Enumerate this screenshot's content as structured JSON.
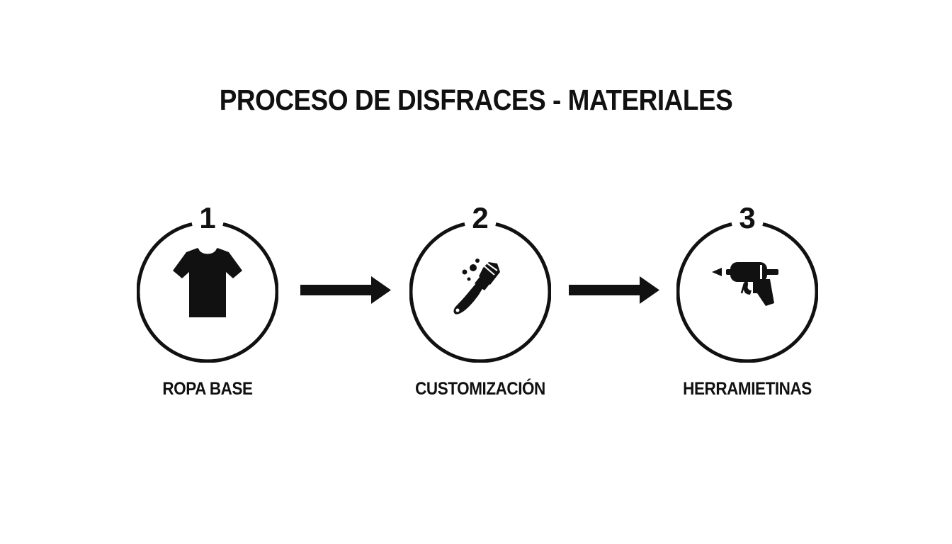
{
  "title": "PROCESO DE DISFRACES - MATERIALES",
  "steps": [
    {
      "number": "1",
      "label": "ROPA BASE",
      "icon": "t-shirt-icon"
    },
    {
      "number": "2",
      "label": "CUSTOMIZACIÓN",
      "icon": "paint-brush-icon"
    },
    {
      "number": "3",
      "label": "HERRAMIETINAS",
      "icon": "glue-gun-icon"
    }
  ],
  "colors": {
    "ink": "#111111",
    "background": "#ffffff"
  }
}
